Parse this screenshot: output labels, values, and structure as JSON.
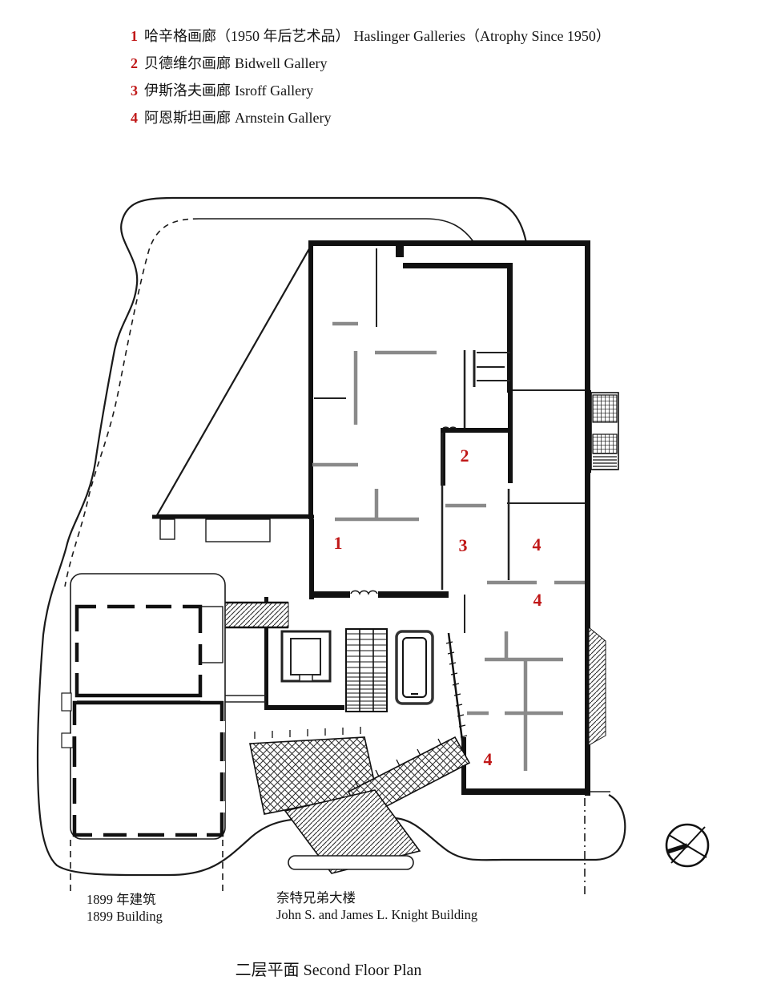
{
  "colors": {
    "accent_red": "#c01818",
    "ink": "#1a1a1a",
    "partition_gray": "#8a8a8a"
  },
  "legend": {
    "items": [
      {
        "num": "1",
        "zh": "哈辛格画廊（1950 年后艺术品）",
        "en": "Haslinger Galleries（Atrophy Since 1950）"
      },
      {
        "num": "2",
        "zh": "贝德维尔画廊",
        "en": "Bidwell Gallery"
      },
      {
        "num": "3",
        "zh": "伊斯洛夫画廊",
        "en": "Isroff Gallery"
      },
      {
        "num": "4",
        "zh": "阿恩斯坦画廊",
        "en": "Arnstein Gallery"
      }
    ]
  },
  "plan": {
    "room_labels": [
      {
        "text": "1"
      },
      {
        "text": "2"
      },
      {
        "text": "3"
      },
      {
        "text": "4"
      },
      {
        "text": "4"
      },
      {
        "text": "4"
      }
    ],
    "icons": {
      "compass": "surveyor-compass-north-symbol"
    }
  },
  "footer": {
    "buildings": [
      {
        "zh": "1899 年建筑",
        "en": "1899 Building"
      },
      {
        "zh": "奈特兄弟大楼",
        "en": "John S. and James L. Knight Building"
      }
    ],
    "title": "二层平面 Second Floor Plan"
  }
}
